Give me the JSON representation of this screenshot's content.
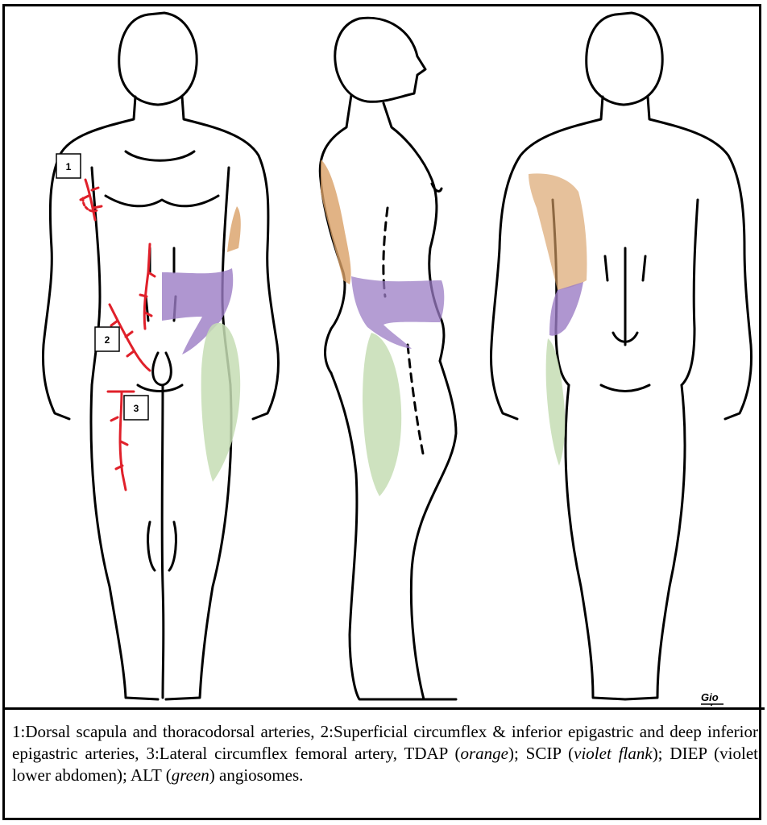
{
  "labels": {
    "l1": "1",
    "l2": "2",
    "l3": "3"
  },
  "signature": "Gio",
  "caption": {
    "p1": "1:Dorsal scapula and thoracodorsal arteries, 2:Superficial circumflex & inferior epigastric and deep inferior epigastric arteries, 3:Lateral circumflex femoral artery, TDAP (",
    "orange": "orange",
    "p2": "); SCIP (",
    "violet_flank": "violet flank",
    "p3": "); DIEP (violet lower abdomen); ALT (",
    "green": "green",
    "p4": ") angiosomes."
  },
  "colors": {
    "orange": "#d9a066",
    "violet": "#9b7cc4",
    "green": "#c6ddb4",
    "artery": "#e0202a"
  },
  "icons": [
    "front-body-outline",
    "side-body-outline",
    "back-body-outline",
    "artery-icon"
  ]
}
